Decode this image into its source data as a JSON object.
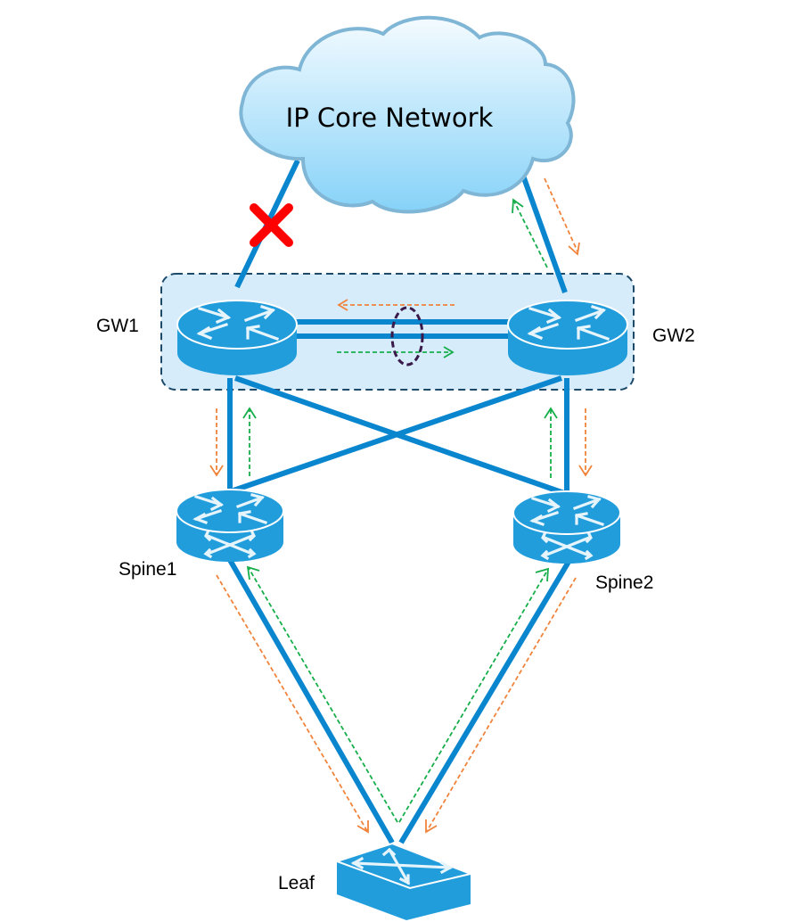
{
  "diagram": {
    "cloud": {
      "label": "IP Core Network"
    },
    "nodes": {
      "gw1": {
        "label": "GW1",
        "type": "router"
      },
      "gw2": {
        "label": "GW2",
        "type": "router"
      },
      "spine1": {
        "label": "Spine1",
        "type": "layer3-switch"
      },
      "spine2": {
        "label": "Spine2",
        "type": "layer3-switch"
      },
      "leaf": {
        "label": "Leaf",
        "type": "switch"
      }
    },
    "links": [
      {
        "from": "gw1",
        "to": "cloud",
        "status": "failed"
      },
      {
        "from": "gw2",
        "to": "cloud",
        "status": "up"
      },
      {
        "from": "gw1",
        "to": "gw2",
        "status": "up",
        "bundled": true
      },
      {
        "from": "gw1",
        "to": "spine1",
        "status": "up"
      },
      {
        "from": "gw1",
        "to": "spine2",
        "status": "up"
      },
      {
        "from": "gw2",
        "to": "spine1",
        "status": "up"
      },
      {
        "from": "gw2",
        "to": "spine2",
        "status": "up"
      },
      {
        "from": "spine1",
        "to": "leaf",
        "status": "up"
      },
      {
        "from": "spine2",
        "to": "leaf",
        "status": "up"
      }
    ],
    "legend_colors": {
      "link": "#0a86cf",
      "downstream_flow": "#f0843c",
      "upstream_flow": "#16ae4a",
      "failure_mark": "#ff0000",
      "gateway_group_fill": "#d6ecfa",
      "lag_marker": "#3a1a4a"
    }
  }
}
